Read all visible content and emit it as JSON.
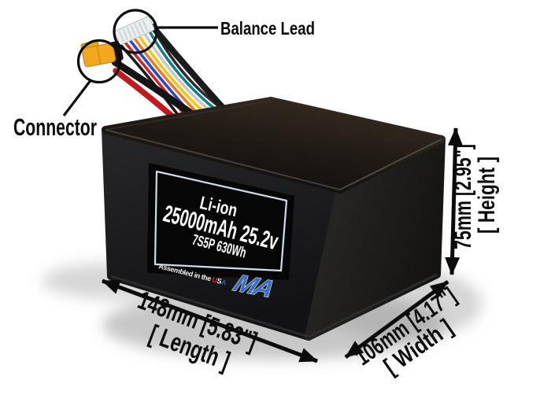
{
  "product": {
    "chemistry": "Li-ion",
    "capacity_voltage": "25000mAh 25.2v",
    "config_energy": "7S5P 630Wh",
    "assembled_prefix": "Assembled in the ",
    "assembled_u": "U",
    "assembled_s": "S",
    "assembled_a": "A",
    "brand_logo": "MA"
  },
  "callouts": {
    "balance_lead": "Balance Lead",
    "connector": "Connector"
  },
  "dimensions": {
    "length": {
      "value": "148mm [5.83\"]",
      "label": "[ Length ]"
    },
    "width": {
      "value": "106mm [4.17\"]",
      "label": "[ Width ]"
    },
    "height": {
      "value": "75mm [2.95\"]",
      "label": "[ Height ]"
    }
  },
  "colors": {
    "logo_blue": "#3a6fc0",
    "connector_yellow": "#f2a71f",
    "usa_red": "#d42b20",
    "usa_white": "#f2f2f2",
    "usa_blue": "#2b56c4",
    "power_black": "#141414",
    "power_red": "#c3181e",
    "balance_wires": [
      "#1a1a1a",
      "#cf2328",
      "#2a49c8",
      "#ee7a18",
      "#f2c51e",
      "#c9c9c7",
      "#12808a",
      "#2d2d2d"
    ]
  }
}
